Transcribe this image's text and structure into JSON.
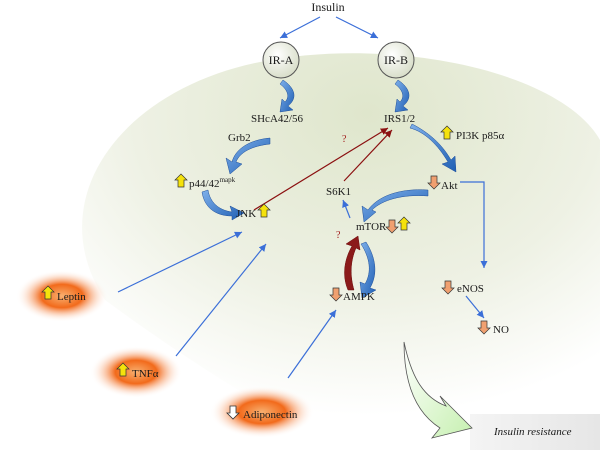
{
  "nodes": {
    "insulin": "Insulin",
    "ir_a": "IR-A",
    "ir_b": "IR-B",
    "shca": "SHcA42/56",
    "irs": "IRS1/2",
    "grb2": "Grb2",
    "pi3k": "PI3K p85α",
    "p44_main": "p44/42",
    "p44_sup": "mapk",
    "akt": "Akt",
    "s6k1": "S6K1",
    "jnk": "JNK",
    "mtor": "mTOR",
    "ampk": "AMPK",
    "enos": "eNOS",
    "no": "NO",
    "leptin": "Leptin",
    "tnfa": "TNFα",
    "adiponectin": "Adiponectin",
    "insulin_resistance": "Insulin resistance",
    "question_mark": "?"
  },
  "colors": {
    "up_arrow": "#f5e20c",
    "down_arrow": "#f0a070",
    "blue_line": "#3b6fd8",
    "dark_red": "#8b1010",
    "glow": "#f26a1b",
    "bg_oval": "#e8edd8",
    "green_arrow": "#d8f5c8"
  }
}
